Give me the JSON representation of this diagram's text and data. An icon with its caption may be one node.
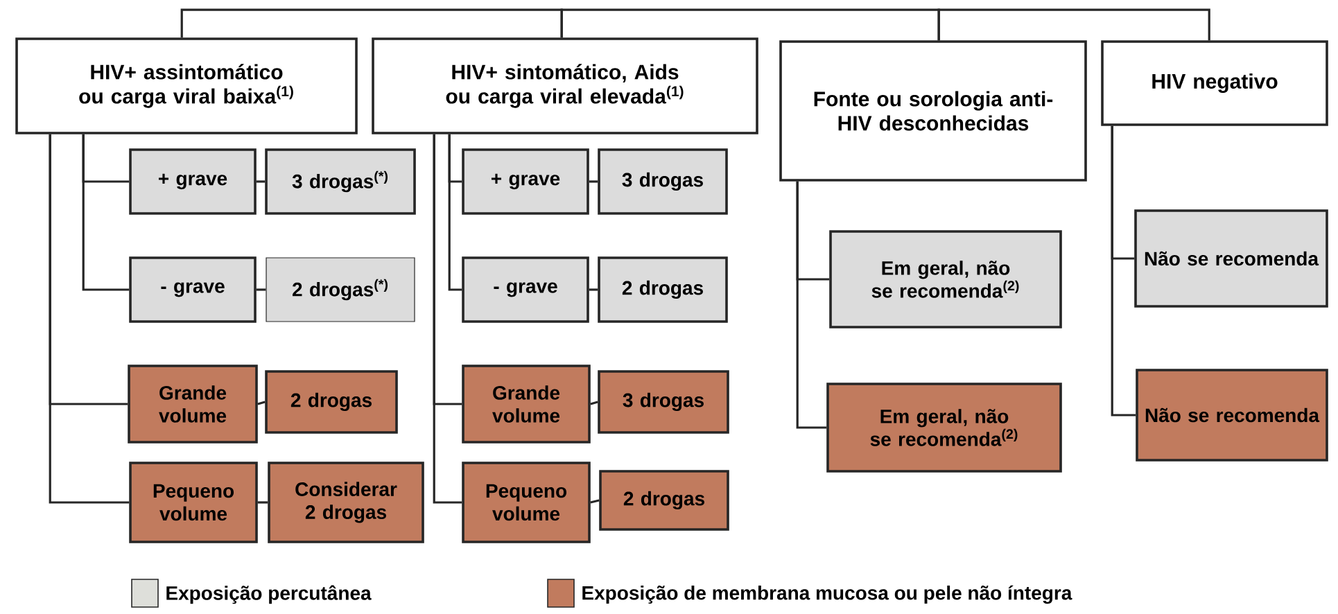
{
  "diagram": {
    "nodes": [
      {
        "text": [
          "HIV+ assintomático ou carga viral baixa$^{(1)}$"
        ]
      },
      {
        "text": [
          "HIV+ sintomático, Aids ou carga viral elevada$^{(1)}$"
        ]
      },
      {
        "text": [
          "Fonte ou sorologia anti-HIV desconhecidas"
        ]
      },
      {
        "text": [
          "HIV negativo"
        ]
      },
      {
        "text": [
          "+ grave"
        ]
      },
      {
        "text": [
          "3 drogas$^{(*)}$"
        ]
      },
      {
        "text": [
          "- grave"
        ]
      },
      {
        "text": [
          "2 drogas$^{(*)}$"
        ]
      },
      {
        "text": [
          "Grande volume"
        ]
      },
      {
        "text": [
          "2 drogas"
        ]
      },
      {
        "text": [
          "Pequeno volume"
        ]
      },
      {
        "text": [
          "Considerar 2 drogas"
        ]
      },
      {
        "text": [
          "+ grave"
        ]
      },
      {
        "text": [
          "3 drogas"
        ]
      },
      {
        "text": [
          "- grave"
        ]
      },
      {
        "text": [
          "2 drogas"
        ]
      },
      {
        "text": [
          "Grande volume"
        ]
      },
      {
        "text": [
          "3 drogas"
        ]
      },
      {
        "text": [
          "Pequeno volume"
        ]
      },
      {
        "text": [
          "2 drogas"
        ]
      },
      {
        "text": [
          "Em geral, não se recomenda$^{(2)}$"
        ]
      },
      {
        "text": [
          "Em geral, não se recomenda$^{(2)}$"
        ]
      },
      {
        "text": [
          "Não se recomenda"
        ]
      },
      {
        "text": [
          "Não se recomenda"
        ]
      }
    ],
    "edges": [
      {
        "from": 0,
        "to": 1,
        "arrow": "none"
      },
      {
        "from": 1,
        "to": 2,
        "arrow": "none"
      },
      {
        "from": 2,
        "to": 3,
        "arrow": "none"
      },
      {
        "from": 0,
        "to": 4,
        "arrow": "none"
      },
      {
        "from": 0,
        "to": 6,
        "arrow": "none"
      },
      {
        "from": 0,
        "to": 8,
        "arrow": "none"
      },
      {
        "from": 0,
        "to": 10,
        "arrow": "none"
      },
      {
        "from": 4,
        "to": 5,
        "arrow": "none"
      },
      {
        "from": 6,
        "to": 7,
        "arrow": "none"
      },
      {
        "from": 8,
        "to": 9,
        "arrow": "none"
      },
      {
        "from": 10,
        "to": 11,
        "arrow": "none"
      },
      {
        "from": 1,
        "to": 12,
        "arrow": "none"
      },
      {
        "from": 1,
        "to": 14,
        "arrow": "none"
      },
      {
        "from": 1,
        "to": 16,
        "arrow": "none"
      },
      {
        "from": 1,
        "to": 18,
        "arrow": "none"
      },
      {
        "from": 12,
        "to": 13,
        "arrow": "none"
      },
      {
        "from": 14,
        "to": 15,
        "arrow": "none"
      },
      {
        "from": 16,
        "to": 17,
        "arrow": "none"
      },
      {
        "from": 18,
        "to": 19,
        "arrow": "none"
      },
      {
        "from": 2,
        "to": 20,
        "arrow": "none"
      },
      {
        "from": 2,
        "to": 21,
        "arrow": "none"
      },
      {
        "from": 3,
        "to": 22,
        "arrow": "none"
      },
      {
        "from": 3,
        "to": 23,
        "arrow": "none"
      }
    ],
    "legend": [
      {
        "text": "Exposição percutânea",
        "color": "#dedfda"
      },
      {
        "text": "Exposição de membrana mucosa ou pele não íntegra",
        "color": "#c17b5e"
      }
    ]
  }
}
